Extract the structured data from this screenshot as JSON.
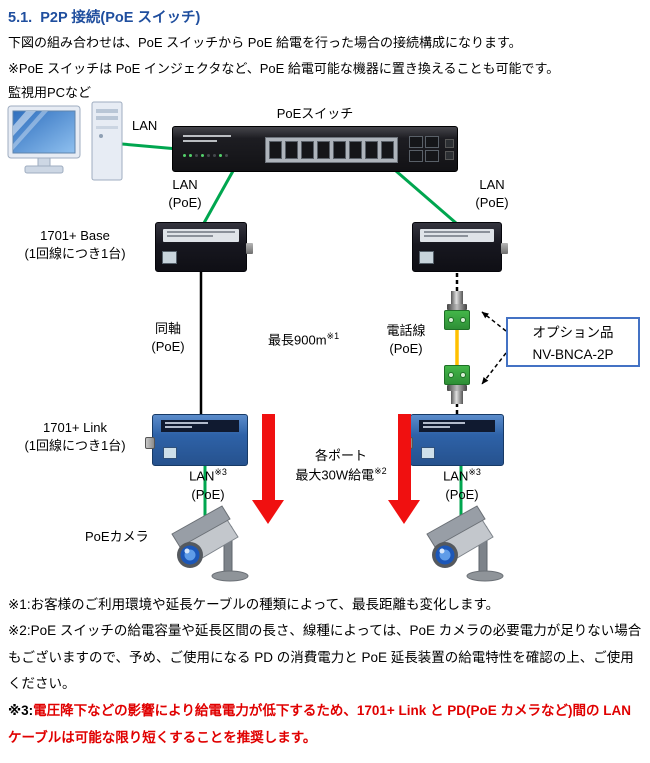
{
  "page": {
    "heading": "5.1.  P2P 接続(PoE スイッチ)",
    "intro_line1": "下図の組み合わせは、PoE スイッチから PoE 給電を行った場合の接続構成になります。",
    "intro_line2": "※PoE スイッチは PoE インジェクタなど、PoE 給電可能な機器に置き換えることも可能です。"
  },
  "diagram": {
    "pc_label": "監視用PCなど",
    "pc_lan_label": "LAN",
    "switch_label": "PoEスイッチ",
    "lan_poe": "LAN\n(PoE)",
    "base_label": "1701+ Base\n(1回線につき1台)",
    "coax_label": "同軸\n(PoE)",
    "max_length_label": "最長900m",
    "max_length_ref": "※1",
    "phone_label": "電話線\n(PoE)",
    "option_label": "オプション品\nNV-BNCA-2P",
    "link_label": "1701+ Link\n(1回線につき1台)",
    "power_label_line1": "各ポート",
    "power_label_line2": "最大30W給電",
    "power_ref": "※2",
    "lan_label": "LAN",
    "lan_ref": "※3",
    "poe_label": "(PoE)",
    "camera_label": "PoEカメラ"
  },
  "notes": {
    "note1": "※1:お客様のご利用環境や延長ケーブルの種類によって、最長距離も変化します。",
    "note2": "※2:PoE スイッチの給電容量や延長区間の長さ、線種によっては、PoE カメラの必要電力が足りない場合もございますので、予め、ご使用になる PD の消費電力と PoE 延長装置の給電特性を確認の上、ご使用ください。",
    "note3_prefix": "※3:",
    "note3": "電圧降下などの影響により給電電力が低下するため、1701+ Link と PD(PoE カメラなど)間の LAN ケーブルは可能な限り短くすることを推奨します。"
  },
  "colors": {
    "heading_blue": "#1F4E9E",
    "lan_green": "#00A64F",
    "phone_yellow": "#FFC000",
    "arrow_red": "#F01010",
    "option_border_blue": "#4472C4",
    "warning_red": "#E00000"
  }
}
